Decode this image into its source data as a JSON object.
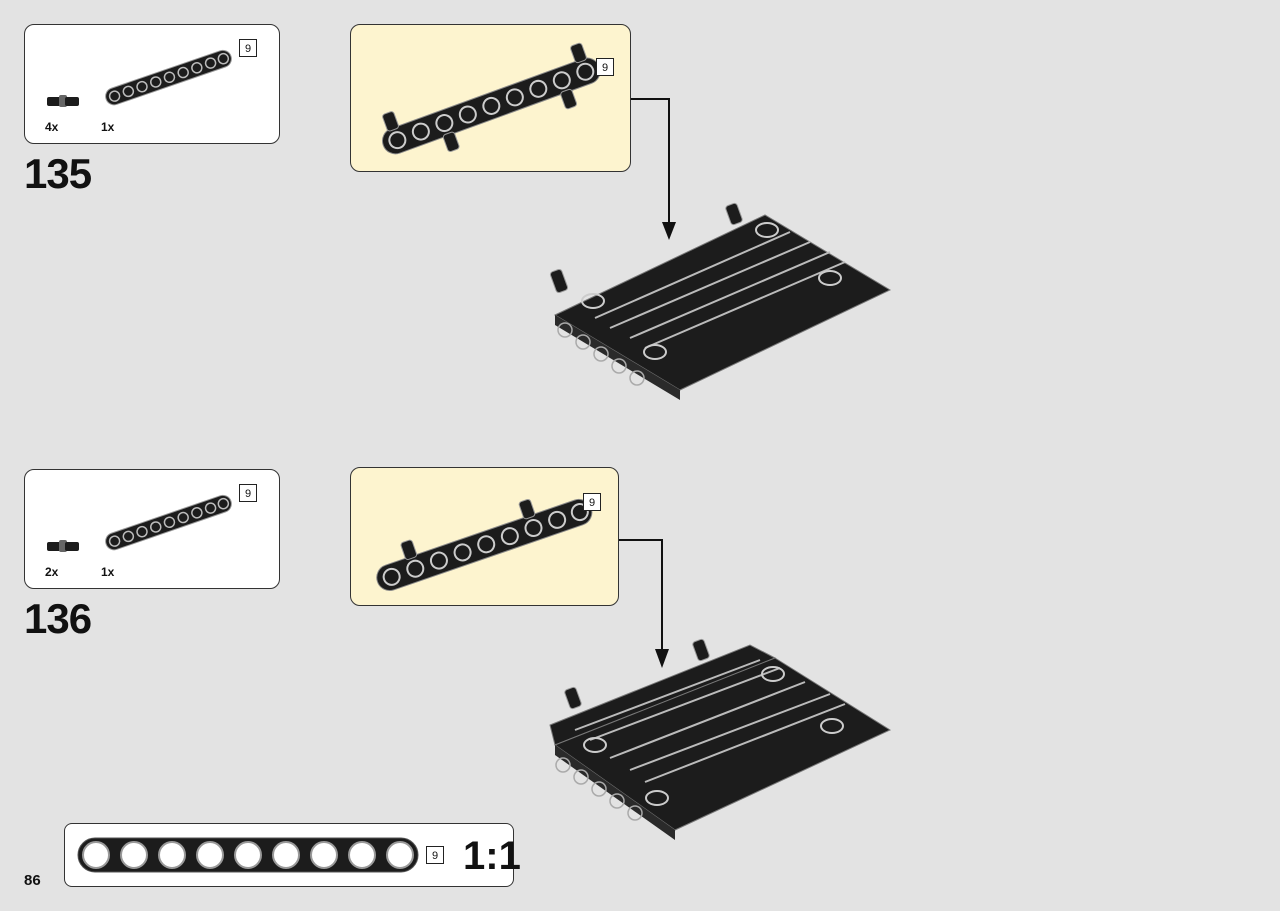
{
  "page": {
    "number": "86"
  },
  "steps": [
    {
      "number": "135",
      "parts": [
        {
          "name": "axle-pin-icon",
          "qty": "4x"
        },
        {
          "name": "beam-9-icon",
          "qty": "1x",
          "length": "9"
        }
      ],
      "subassembly_length": "9"
    },
    {
      "number": "136",
      "parts": [
        {
          "name": "axle-pin-icon",
          "qty": "2x"
        },
        {
          "name": "beam-9-icon",
          "qty": "1x",
          "length": "9"
        }
      ],
      "subassembly_length": "9"
    }
  ],
  "ruler": {
    "length": "9",
    "scale": "1:1"
  },
  "colors": {
    "parts_box_bg": "#ffffff",
    "subassembly_bg": "#fdf4cf",
    "page_bg": "#e3e3e3",
    "brick": "#1c1c1c"
  }
}
